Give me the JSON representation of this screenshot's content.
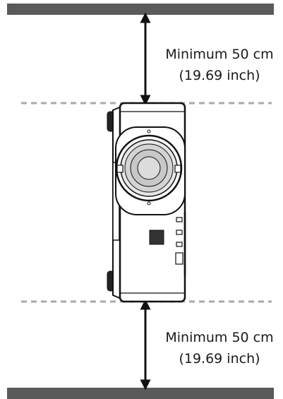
{
  "clearance": {
    "top": {
      "line1": "Minimum 50 cm",
      "line2": "(19.69 inch)"
    },
    "bottom": {
      "line1": "Minimum 50 cm",
      "line2": "(19.69 inch)"
    }
  },
  "colors": {
    "surface": "#5a5a5a",
    "guide": "#a9a9a9",
    "ink": "#111111"
  }
}
